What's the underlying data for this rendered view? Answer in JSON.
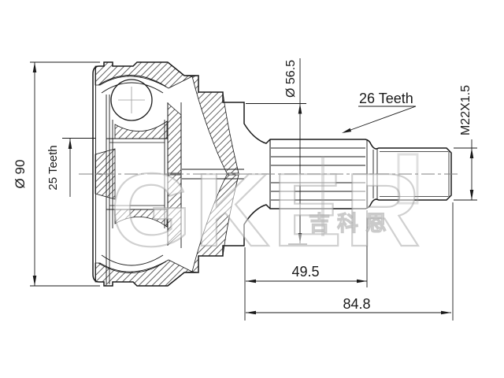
{
  "colors": {
    "ink": "#1a1a1a",
    "centerline": "#828282",
    "background": "#ffffff",
    "watermark_gray": "#bdbdbd"
  },
  "watermark": {
    "brand": "GKER",
    "chinese": "吉科恩"
  },
  "dimensions": {
    "outer_diameter": "Ø 90",
    "inner_spline_teeth": "25 Teeth",
    "boot_seat_diameter": "Ø 56.5",
    "shaft_spline_teeth": "26 Teeth",
    "thread_spec": "M22X1.5",
    "spline_length": "49.5",
    "overall_length": "84.8"
  }
}
